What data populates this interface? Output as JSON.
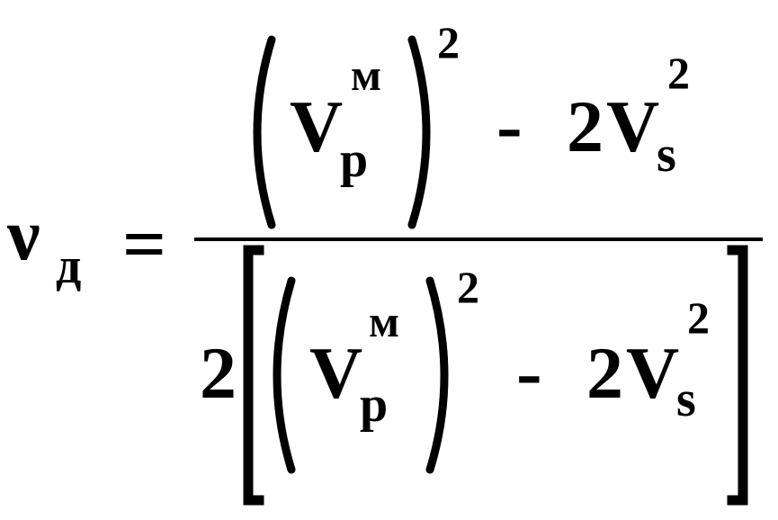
{
  "formula": {
    "lhs": {
      "symbol": "ν",
      "subscript": "д"
    },
    "equals": "=",
    "numerator": {
      "term1": {
        "base": "V",
        "subscript": "p",
        "superscript": "м",
        "power": "2"
      },
      "minus": "-",
      "term2": {
        "coefficient": "2",
        "base": "V",
        "subscript": "s",
        "power": "2"
      }
    },
    "denominator": {
      "coefficient": "2",
      "term1": {
        "base": "V",
        "subscript": "p",
        "superscript": "м",
        "power": "2"
      },
      "minus": "-",
      "term2": {
        "coefficient": "2",
        "base": "V",
        "subscript": "s",
        "power": "2"
      }
    }
  }
}
